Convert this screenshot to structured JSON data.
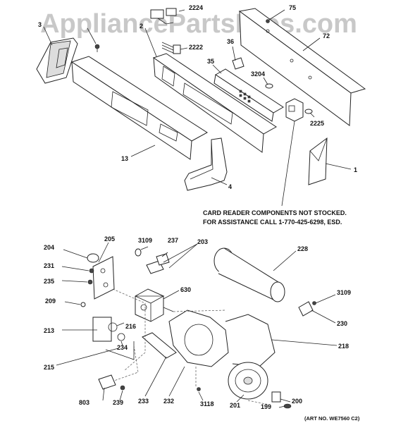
{
  "watermark": "AppliancePartsPros.com",
  "note_line1": "CARD READER COMPONENTS NOT STOCKED.",
  "note_line2": "FOR ASSISTANCE CALL 1-770-425-6298, ESD.",
  "art_number": "(ART NO. WE7560 C2)",
  "labels": {
    "p1": "1",
    "p2": "2",
    "p3": "3",
    "p4": "4",
    "p13": "13",
    "p35": "35",
    "p36": "36",
    "p72": "72",
    "p75": "75",
    "p2222": "2222",
    "p2224": "2224",
    "p2225": "2225",
    "p3204": "3204",
    "p204": "204",
    "p205": "205",
    "p231": "231",
    "p235": "235",
    "p209": "209",
    "p213": "213",
    "p215": "215",
    "p216": "216",
    "p234": "234",
    "p3109a": "3109",
    "p237": "237",
    "p203": "203",
    "p630": "630",
    "p228": "228",
    "p3109b": "3109",
    "p230": "230",
    "p218": "218",
    "p803": "803",
    "p239": "239",
    "p233": "233",
    "p232": "232",
    "p3118": "3118",
    "p201": "201",
    "p199": "199",
    "p200": "200"
  }
}
